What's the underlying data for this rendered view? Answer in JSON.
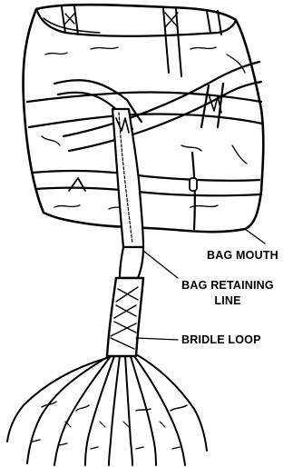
{
  "labels": {
    "bag_mouth": "BAG MOUTH",
    "bag_retaining_line_1": "BAG RETAINING",
    "bag_retaining_line_2": "LINE",
    "bridle_loop": "BRIDLE LOOP"
  },
  "colors": {
    "ink": "#000000",
    "background": "#ffffff"
  }
}
